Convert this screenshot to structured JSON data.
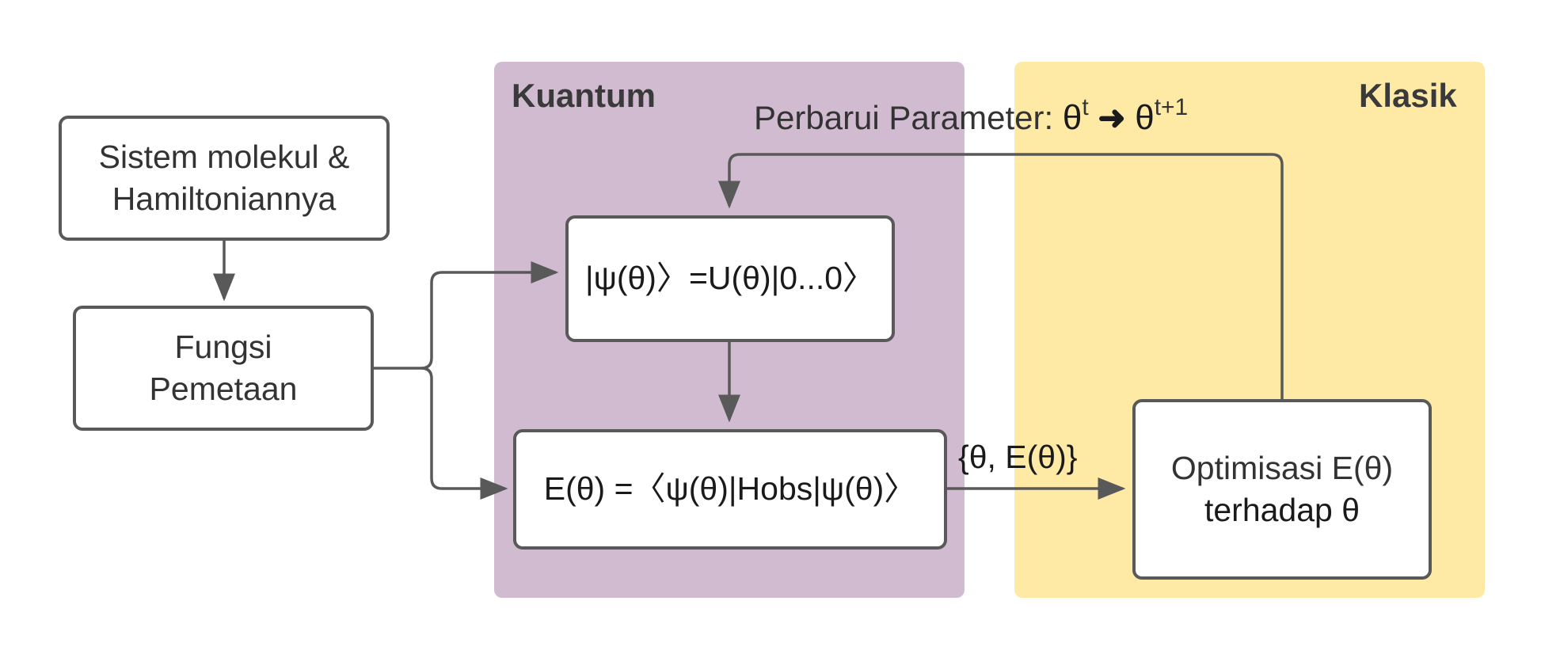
{
  "regions": {
    "quantum": {
      "label": "Kuantum",
      "color": "#d1bbd1"
    },
    "classic": {
      "label": "Klasik",
      "color": "#feeaa5"
    }
  },
  "nodes": {
    "molecule": {
      "line1": "Sistem molekul &",
      "line2": "Hamiltoniannya"
    },
    "mapping": {
      "line1": "Fungsi",
      "line2": "Pemetaan"
    },
    "state": {
      "text": "|ψ(θ)〉=U(θ)|0...0〉"
    },
    "energy": {
      "text": "E(θ) =〈ψ(θ)|Hobs|ψ(θ)〉"
    },
    "optimize": {
      "line1": "Optimisasi E(θ)",
      "line2": "terhadap θ"
    }
  },
  "edges": {
    "update": {
      "prefix": "Perbarui Parameter: ",
      "theta_from": "θ",
      "sup_from": "t",
      "arrow": "➜",
      "theta_to": "θ",
      "sup_to": "t+1"
    },
    "energy_to_optimize": {
      "label": "{θ, E(θ)}"
    }
  },
  "colors": {
    "stroke": "#595959",
    "text": "#333333"
  }
}
